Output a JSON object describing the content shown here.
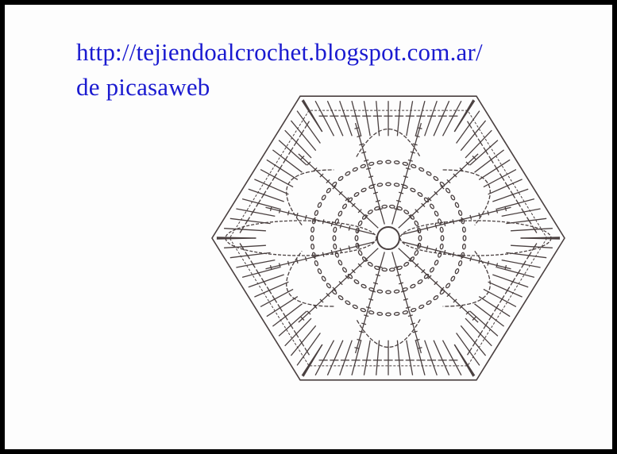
{
  "caption": {
    "url": "http://tejiendoalcrochet.blogspot.com.ar/",
    "source": "de  picasaweb"
  },
  "diagram": {
    "subject": "hexagon-crochet-motif",
    "ink_color": "#4a4040",
    "caption_color": "#1a1ad0",
    "background": "#fdfdfd",
    "border": "#000000"
  }
}
